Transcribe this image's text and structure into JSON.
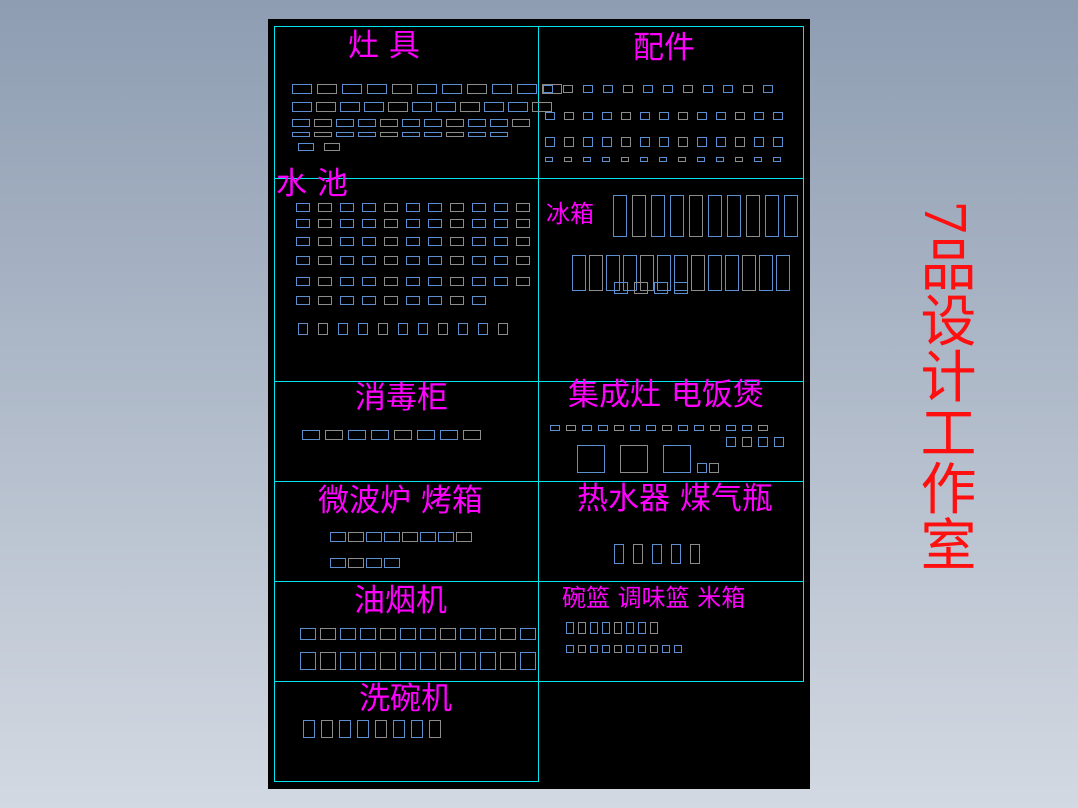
{
  "colors": {
    "frame": "#00e5ee",
    "label": "#ff00ff",
    "watermark": "#ff1010",
    "symbol_blue": "#5b8fd0",
    "symbol_gray": "#8c8c8c"
  },
  "sections": {
    "stove": "灶  具",
    "accessories": "配件",
    "sink": "水  池",
    "fridge": "冰箱",
    "sterilizer": "消毒柜",
    "integrated_stove": "集成灶  电饭煲",
    "microwave_oven": "微波炉  烤箱",
    "water_heater_gas": "热水器  煤气瓶",
    "range_hood": "油烟机",
    "baskets": "碗篮  调味篮  米箱",
    "dishwasher": "洗碗机"
  },
  "watermark": "7品设计工作室"
}
